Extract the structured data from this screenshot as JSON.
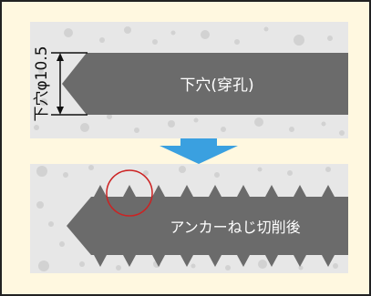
{
  "top_panel": {
    "dimension_label": "下穴φ10.5",
    "bore_label": "下穴(穿孔)"
  },
  "bottom_panel": {
    "result_label": "アンカーねじ切削後"
  },
  "colors": {
    "frame_bg": "#fff8e0",
    "concrete": "#e7e7e7",
    "dots": "#d0d0d0",
    "hole": "#6b6b6b",
    "arrow": "#3aa0e0",
    "circle": "#cc2222",
    "text_on_hole": "#ffffff",
    "label_text": "#111111"
  }
}
